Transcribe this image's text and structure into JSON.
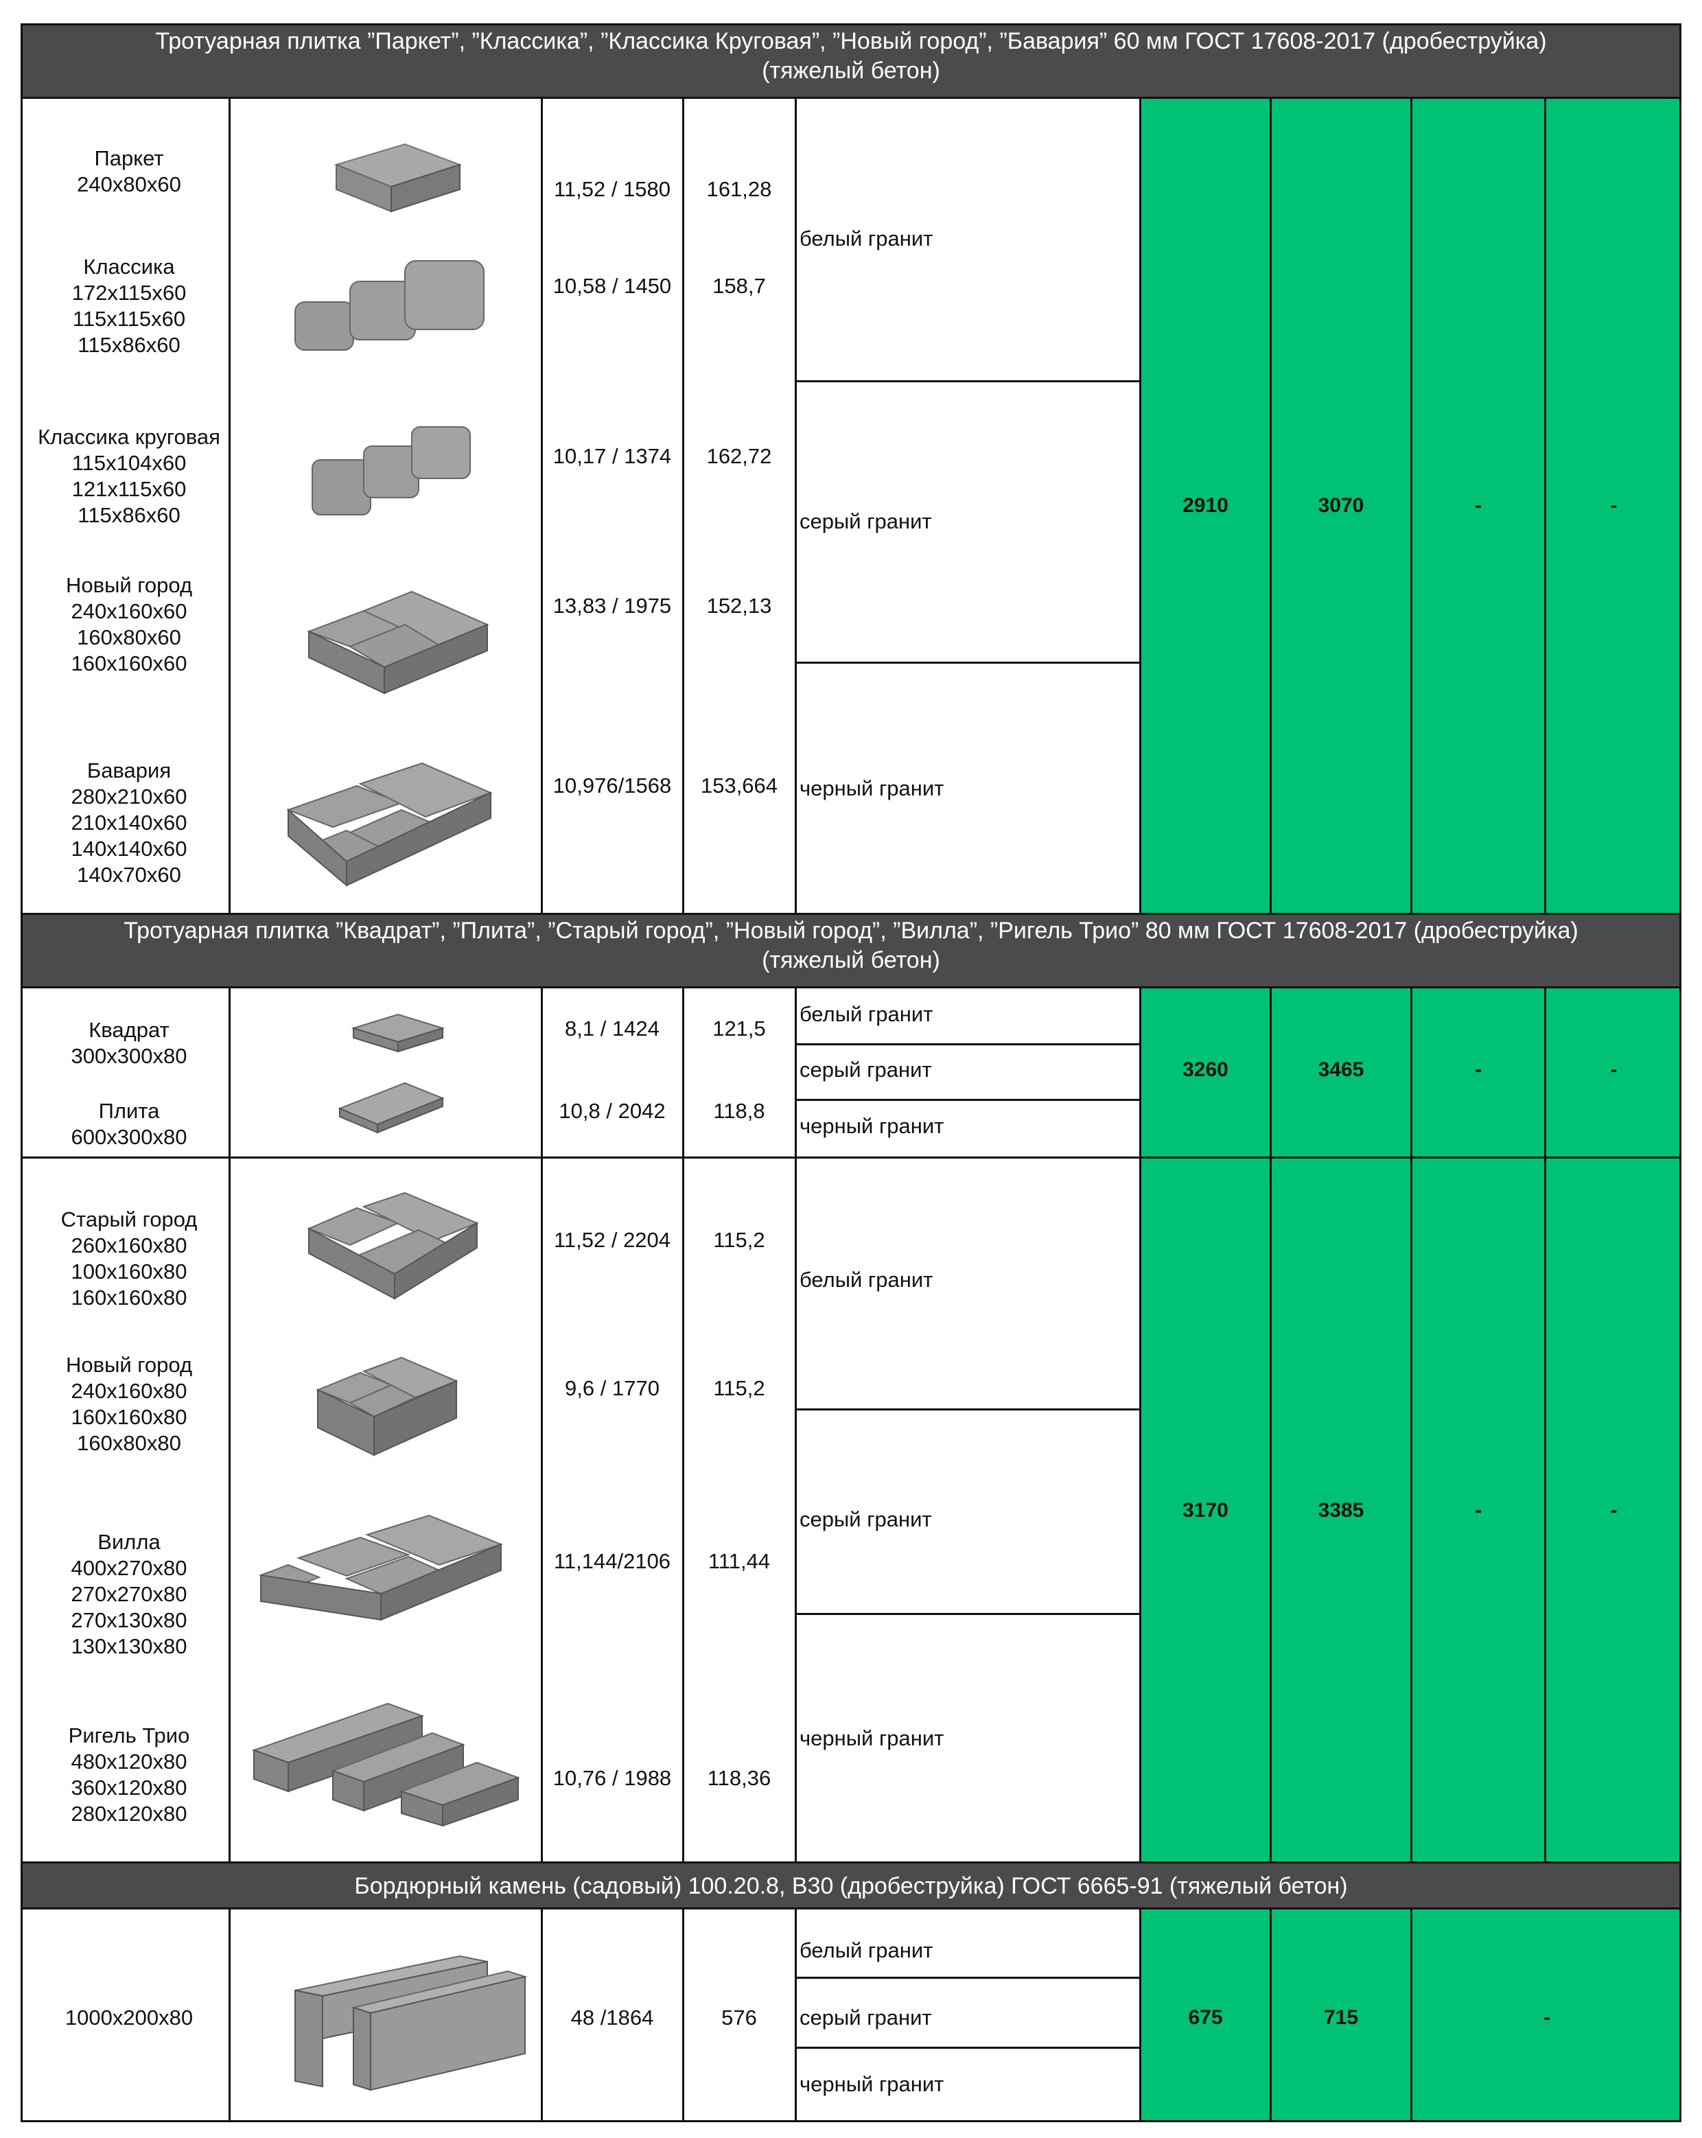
{
  "colors": {
    "header_bg": "#4b4b4d",
    "price_bg": "#00c275",
    "tile": "#9a9a9a"
  },
  "sections": [
    {
      "title_line1": "Тротуарная плитка ”Паркет”, ”Классика”, ”Классика Круговая”, ”Новый город”, ”Бавария” 60 мм ГОСТ 17608-2017 (дробеструйка)",
      "title_line2": "(тяжелый бетон)",
      "products": [
        {
          "name": "Паркет\n240x80x60",
          "weight": "11,52 / 1580",
          "area": "161,28",
          "image": "paver-parket-image"
        },
        {
          "name": "Классика\n172x115x60\n115x115x60\n115x86x60",
          "weight": "10,58 / 1450",
          "area": "158,7",
          "image": "paver-klassika-image"
        },
        {
          "name": "Классика круговая\n115x104x60\n121x115x60\n115x86x60",
          "weight": "10,17 / 1374",
          "area": "162,72",
          "image": "paver-klassika-krugovaya-image"
        },
        {
          "name": "Новый город\n240x160x60\n160x80x60\n160x160x60",
          "weight": "13,83 / 1975",
          "area": "152,13",
          "image": "paver-novy-gorod-image"
        },
        {
          "name": "Бавария\n280x210x60\n210x140x60\n140x140x60\n140x70x60",
          "weight": "10,976/1568",
          "area": "153,664",
          "image": "paver-bavaria-image"
        }
      ],
      "colors_list": [
        "белый гранит",
        "серый гранит",
        "черный гранит"
      ],
      "prices": [
        "2910",
        "3070",
        "-",
        "-"
      ]
    },
    {
      "title_line1": "Тротуарная плитка ”Квадрат”, ”Плита”, ”Старый город”, ”Новый город”, ”Вилла”, ”Ригель Трио” 80 мм ГОСТ 17608-2017 (дробеструйка)",
      "title_line2": "(тяжелый бетон)",
      "groups": [
        {
          "products": [
            {
              "name": "Квадрат\n300x300x80",
              "weight": "8,1 / 1424",
              "area": "121,5",
              "image": "paver-kvadrat-image"
            },
            {
              "name": "Плита\n600x300x80",
              "weight": "10,8 / 2042",
              "area": "118,8",
              "image": "paver-plita-image"
            }
          ],
          "colors_list": [
            "белый гранит",
            "серый гранит",
            "черный гранит"
          ],
          "prices": [
            "3260",
            "3465",
            "-",
            "-"
          ]
        },
        {
          "products": [
            {
              "name": "Старый город\n260x160x80\n100x160x80\n160x160x80",
              "weight": "11,52 / 2204",
              "area": "115,2",
              "image": "paver-stary-gorod-image"
            },
            {
              "name": "Новый город\n240x160x80\n160x160x80\n160x80x80",
              "weight": "9,6 / 1770",
              "area": "115,2",
              "image": "paver-novy-gorod-80-image"
            },
            {
              "name": "Вилла\n400x270x80\n270x270x80\n270x130x80\n130x130x80",
              "weight": "11,144/2106",
              "area": "111,44",
              "image": "paver-villa-image"
            },
            {
              "name": "Ригель Трио\n480x120x80\n360x120x80\n280x120x80",
              "weight": "10,76 / 1988",
              "area": "118,36",
              "image": "paver-rigel-trio-image"
            }
          ],
          "colors_list": [
            "белый гранит",
            "серый гранит",
            "черный гранит"
          ],
          "prices": [
            "3170",
            "3385",
            "-",
            "-"
          ]
        }
      ]
    },
    {
      "title_line1": "Бордюрный камень (садовый) 100.20.8, В30 (дробеструйка) ГОСТ 6665-91 (тяжелый бетон)",
      "products": [
        {
          "name": "1000x200x80",
          "weight": "48 /1864",
          "area": "576",
          "image": "curb-stone-image"
        }
      ],
      "colors_list": [
        "белый гранит",
        "серый гранит",
        "черный гранит"
      ],
      "prices": [
        "675",
        "715",
        "-"
      ]
    }
  ]
}
